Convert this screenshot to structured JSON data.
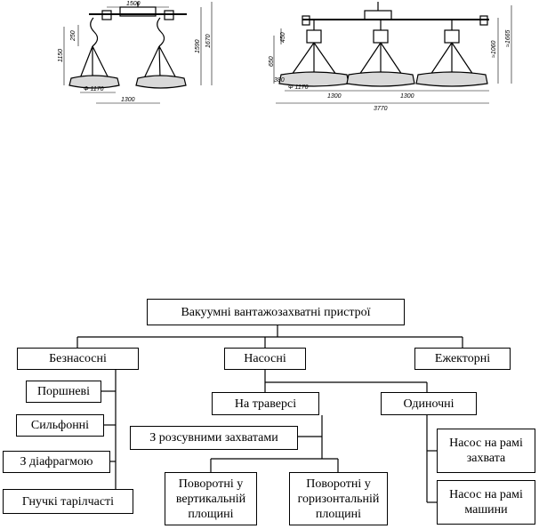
{
  "drawings": {
    "left": {
      "dims": [
        "1500",
        "250",
        "1150",
        "1590",
        "1670",
        "Ф 1170",
        "1300"
      ]
    },
    "right": {
      "dims": [
        "450",
        "650",
        "380",
        "≈1060",
        "≈1665",
        "Ф 1170",
        "1300",
        "1300",
        "3770"
      ]
    }
  },
  "diagram": {
    "root": "Вакуумні вантажозахватні пристрої",
    "categories": [
      "Безнасосні",
      "Насосні",
      "Ежекторні"
    ],
    "pumpless_types": [
      "Поршневі",
      "Сильфонні",
      "З діафрагмою",
      "Гнучкі тарілчасті"
    ],
    "pump_groups": [
      "На траверсі",
      "Одиночні"
    ],
    "traverse_types": [
      "З розсувними захватами",
      "Поворотні у вертикальній площині",
      "Поворотні у горизонтальній площині"
    ],
    "single_types": [
      "Насос на рамі захвата",
      "Насос на рамі машини"
    ]
  }
}
